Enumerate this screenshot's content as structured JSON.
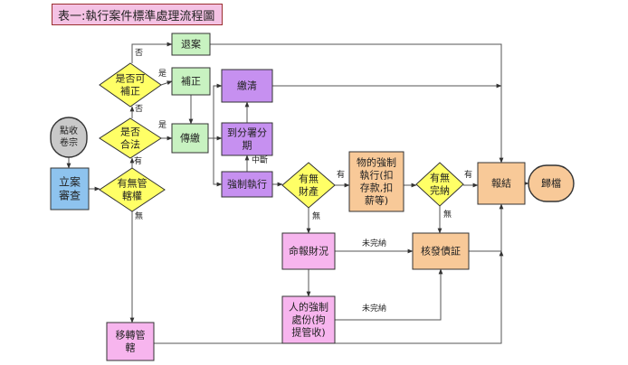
{
  "title": "表一:執行案件標準處理流程圖",
  "colors": {
    "green": "#c8f2c1",
    "yellow": "#ffff66",
    "purple": "#c690f0",
    "orange": "#f8c998",
    "blue": "#8ec3ee",
    "pink": "#f7b5ee",
    "gray": "#c9c9c9",
    "stroke": "#333333"
  },
  "nodes": {
    "receive": [
      "點收",
      "卷宗"
    ],
    "register": [
      "立案",
      "審查"
    ],
    "jurisdiction": [
      "有無管",
      "轄權"
    ],
    "transfer": [
      "移轉管",
      "轄"
    ],
    "legal": [
      "是否",
      "合法"
    ],
    "correctable": [
      "是否可",
      "補正"
    ],
    "return": [
      "退案"
    ],
    "supplement": [
      "補正"
    ],
    "summon": [
      "傳繳"
    ],
    "pay_off": [
      "繳清"
    ],
    "installment": [
      "到分署分",
      "期"
    ],
    "enforce": [
      "強制執行"
    ],
    "property": [
      "有無",
      "財產"
    ],
    "seize": [
      "物的強制",
      "執行(扣",
      "存款,扣",
      "薪等)"
    ],
    "report_property": [
      "命報財況"
    ],
    "person_force": [
      "人的強制",
      "處份(拘",
      "提管收)"
    ],
    "cert": [
      "核發債証"
    ],
    "complete": [
      "有無",
      "完納"
    ],
    "close": [
      "報結"
    ],
    "archive": [
      "歸檔"
    ]
  },
  "edge_labels": {
    "no_return": "否",
    "yes_supplement": "是",
    "no_correctable": "否",
    "yes_summon": "是",
    "has_jurisdiction": "有",
    "no_jurisdiction": "無",
    "interrupt": "中斷",
    "has_property": "有",
    "no_property": "無",
    "has_complete": "有",
    "no_complete": "無",
    "unpaid_1": "未完納",
    "unpaid_2": "未完納"
  }
}
